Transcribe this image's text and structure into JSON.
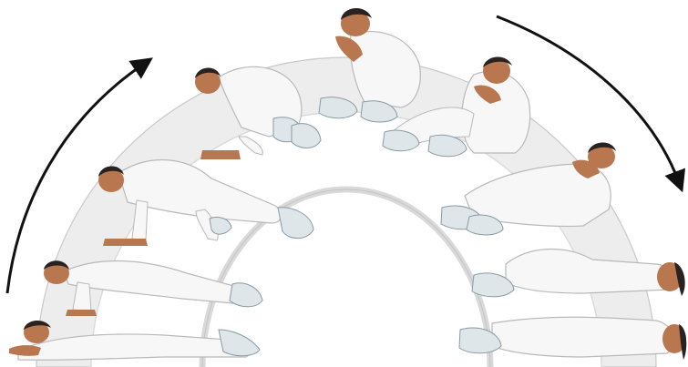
{
  "diagram": {
    "description_visible_text": "",
    "stages": [
      {
        "id": "prone"
      },
      {
        "id": "push-up"
      },
      {
        "id": "crawl-forward"
      },
      {
        "id": "crouch-hands-down"
      },
      {
        "id": "squat-hands-on-head"
      },
      {
        "id": "sit-roll-back"
      },
      {
        "id": "reclined-sit-up"
      },
      {
        "id": "lying-knees-bent"
      },
      {
        "id": "lying-flat"
      }
    ],
    "arrows": [
      {
        "id": "ascending-arrow",
        "direction": "clockwise-up"
      },
      {
        "id": "descending-arrow",
        "direction": "clockwise-down"
      }
    ],
    "colors": {
      "band_fill": "#ededed",
      "band_stroke": "#c8c8c8",
      "inner_ring": "#d9d9d9",
      "clothing": "#f7f7f7",
      "clothing_stroke": "#b9b9b9",
      "skin": "#b8774f",
      "hair": "#2a2220",
      "arrow": "#111111",
      "shoe": "#dfe6ea"
    }
  }
}
